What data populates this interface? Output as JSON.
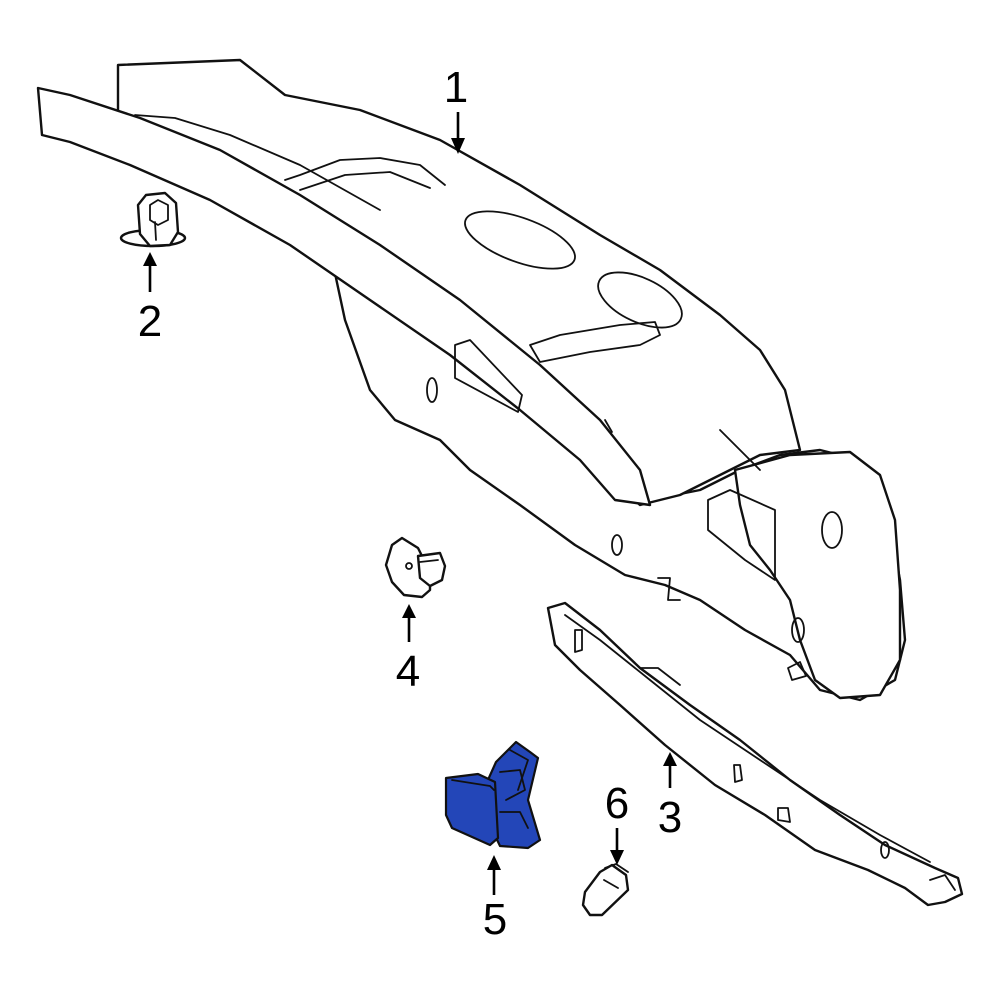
{
  "diagram": {
    "highlight_color": "#2346b8",
    "highlight_part": "5",
    "callouts": [
      {
        "id": "1",
        "label": "1"
      },
      {
        "id": "2",
        "label": "2"
      },
      {
        "id": "3",
        "label": "3"
      },
      {
        "id": "4",
        "label": "4"
      },
      {
        "id": "5",
        "label": "5"
      },
      {
        "id": "6",
        "label": "6"
      }
    ]
  }
}
